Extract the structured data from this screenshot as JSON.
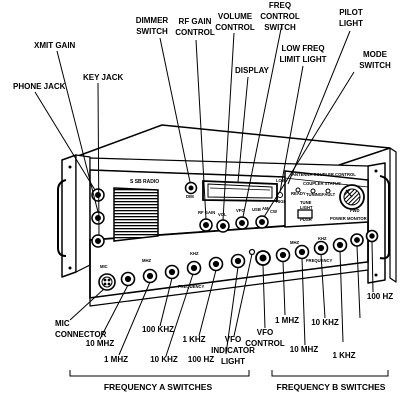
{
  "labels": {
    "phone_jack": "PHONE JACK",
    "xmit_gain": "XMIT GAIN",
    "key_jack": "KEY JACK",
    "dimmer_switch": [
      "DIMMER",
      "SWITCH"
    ],
    "rf_gain_control": [
      "RF GAIN",
      "CONTROL"
    ],
    "volume_control": [
      "VOLUME",
      "CONTROL"
    ],
    "display": "DISPLAY",
    "freq_control_switch": [
      "FREQ",
      "CONTROL",
      "SWITCH"
    ],
    "low_freq_limit_light": [
      "LOW FREQ",
      "LIMIT LIGHT"
    ],
    "pilot_light": [
      "PILOT",
      "LIGHT"
    ],
    "mode_switch": [
      "MODE",
      "SWITCH"
    ],
    "mic_connector": [
      "MIC",
      "CONNECTOR"
    ],
    "a_10mhz": "10 MHZ",
    "a_1mhz": "1 MHZ",
    "a_100khz": "100 KHZ",
    "a_10khz": "10 KHZ",
    "a_1khz": "1 KHZ",
    "a_100hz": "100 HZ",
    "vfo_indicator_light": [
      "VFO",
      "INDICATOR",
      "LIGHT"
    ],
    "vfo_control": [
      "VFO",
      "CONTROL"
    ],
    "b_1mhz": "1 MHZ",
    "b_10mhz": "10 MHZ",
    "b_10khz": "10 KHZ",
    "b_1khz": "1 KHZ",
    "b_100hz": "100 HZ",
    "freq_a_switches": "FREQUENCY A SWITCHES",
    "freq_b_switches": "FREQUENCY B SWITCHES"
  },
  "panel_text": {
    "ssb_radio": "S SB RADIO",
    "antenna_coupler_control": "ANTENNA COUPLER CONTROL",
    "coupler_status": "COUPLER STATUS",
    "ready": "READY",
    "tuning": "TUNING",
    "fault": "FAULT",
    "tune": "TUNE",
    "light": "LIGHT",
    "push": "PUSH",
    "fwd": "FWD",
    "power_monitor": "POWER MONITOR",
    "mic": "MIC",
    "dim": "DIM",
    "rf_gain": "RF GAIN",
    "vol": "VOL",
    "low": "LOW",
    "high": "HIGH",
    "on_off": "ON OFF",
    "vfo": "VFO",
    "usb": "USB",
    "am": "AM",
    "cw": "CW",
    "mhz": "MHZ",
    "khz": "KHZ",
    "frequency": "FREQUENCY",
    "a_label": "A",
    "b_label": "B"
  }
}
